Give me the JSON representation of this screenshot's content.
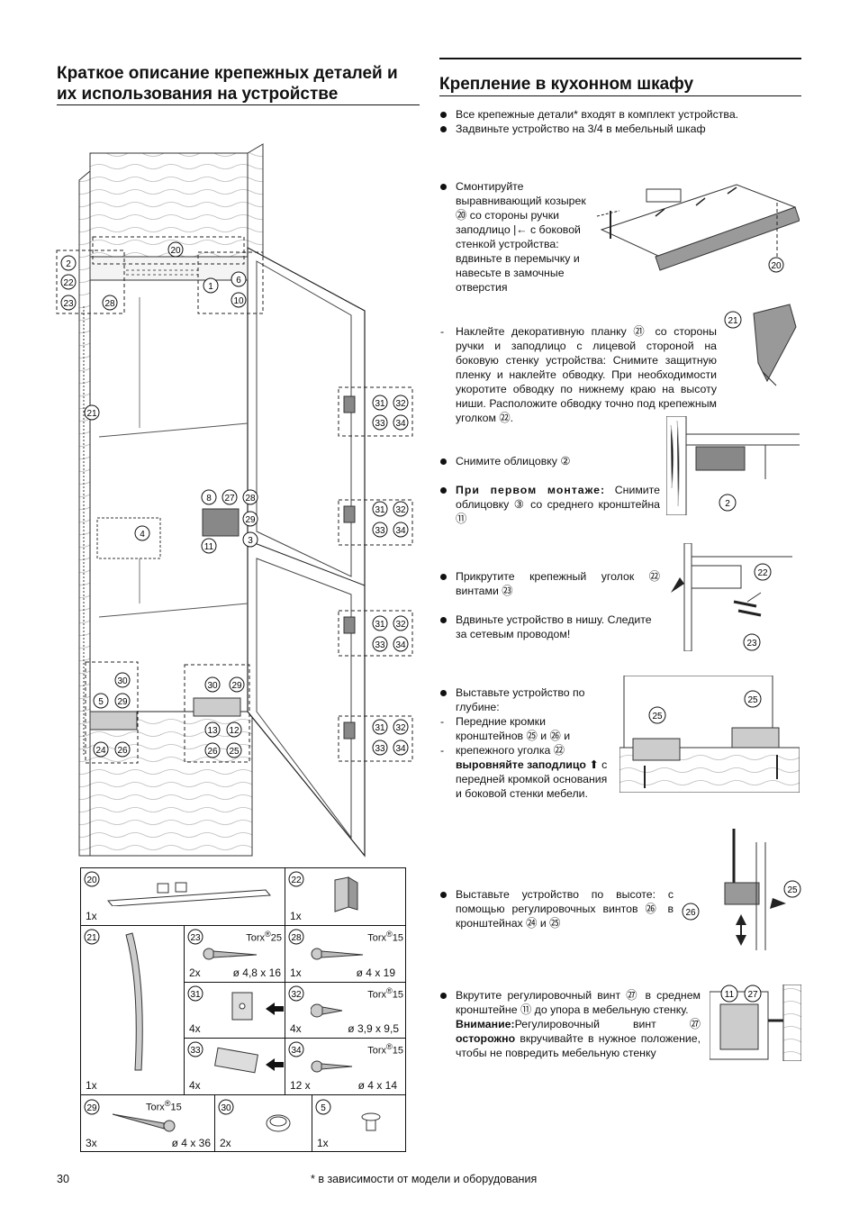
{
  "left_title": "Краткое описание крепежных деталей и их использования на устройстве",
  "right_title": "Крепление в кухонном шкафу",
  "intro": [
    "Все крепежные детали* входят в комплект устройства.",
    "Задвиньте устройство на 3/4 в мебельный шкаф"
  ],
  "steps": {
    "s1": "Смонтируйте выравнивающий козырек ⑳ со стороны ручки заподлицо |← с боковой стенкой устройства: вдвиньте в перемычку и навесьте в замочные отверстия",
    "s2": "Наклейте декоративную планку ㉑ со стороны ручки и заподлицо с лицевой стороной на боковую стенку устройства: Снимите защитную пленку и наклейте обводку. При необходимости укоротите обводку по нижнему краю на высоту ниши. Расположите обводку точно под крепежным уголком ㉒.",
    "s3": "Снимите облицовку ②",
    "s4_bold": "При первом монтаже:",
    "s4": "Снимите облицовку ③ со среднего кронштейна ⑪",
    "s5": "Прикрутите крепежный уголок ㉒ винтами ㉓",
    "s6": "Вдвиньте устройство в нишу. Следите за сетевым проводом!",
    "s7": "Выставьте устройство по глубине:",
    "s7a": "Передние кромки кронштейнов ㉕ и ㉖ и",
    "s7b_pre": "крепежного уголка ㉒",
    "s7b_bold": "выровняйте заподлицо",
    "s7b_post": "с передней кромкой основания и боковой стенки мебели.",
    "s8": "Выставьте устройство по высоте: с помощью регулировочных винтов ㉖ в кронштейнах ㉔ и ㉕",
    "s9": "Вкрутите регулировочный винт ㉗ в среднем кронштейне ⑪ до упора в мебельную стенку.",
    "s9_bold": "Внимание:",
    "s9b": "Регулировочный винт ㉗",
    "s9_bold2": "осторожно",
    "s9c": "вкручивайте в нужное положение, чтобы не повредить мебельную стенку"
  },
  "parts_table": {
    "c20": {
      "num": "20",
      "qty": "1x"
    },
    "c22": {
      "num": "22",
      "qty": "1x"
    },
    "c21": {
      "num": "21",
      "qty": "1x"
    },
    "c23": {
      "num": "23",
      "qty": "2x",
      "torx": "Torx",
      "torx_num": "25",
      "size": "ø 4,8 x 16"
    },
    "c28": {
      "num": "28",
      "qty": "1x",
      "torx": "Torx",
      "torx_num": "15",
      "size": "ø 4 x 19"
    },
    "c31": {
      "num": "31",
      "qty": "4x"
    },
    "c32": {
      "num": "32",
      "qty": "4x",
      "torx": "Torx",
      "torx_num": "15",
      "size": "ø 3,9 x 9,5"
    },
    "c33": {
      "num": "33",
      "qty": "4x"
    },
    "c34": {
      "num": "34",
      "qty": "12 x",
      "torx": "Torx",
      "torx_num": "15",
      "size": "ø 4 x 14"
    },
    "c29": {
      "num": "29",
      "qty": "3x",
      "torx": "Torx",
      "torx_num": "15",
      "size": "ø 4 x 36"
    },
    "c30": {
      "num": "30",
      "qty": "2x"
    },
    "c5": {
      "num": "5",
      "qty": "1x"
    },
    "registered": "®"
  },
  "callouts": {
    "n2": "2",
    "n22": "22",
    "n23": "23",
    "n28": "28",
    "n20": "20",
    "n6": "6",
    "n1": "1",
    "n10": "10",
    "n21": "21",
    "n31": "31",
    "n32": "32",
    "n33": "33",
    "n34": "34",
    "n8": "8",
    "n27": "27",
    "n29": "29",
    "n3": "3",
    "n4": "4",
    "n11": "11",
    "n30": "30",
    "n5": "5",
    "n24": "24",
    "n26": "26",
    "n13": "13",
    "n12": "12",
    "n25": "25"
  },
  "page_number": "30",
  "footnote": "* в зависимости от модели и оборудования"
}
